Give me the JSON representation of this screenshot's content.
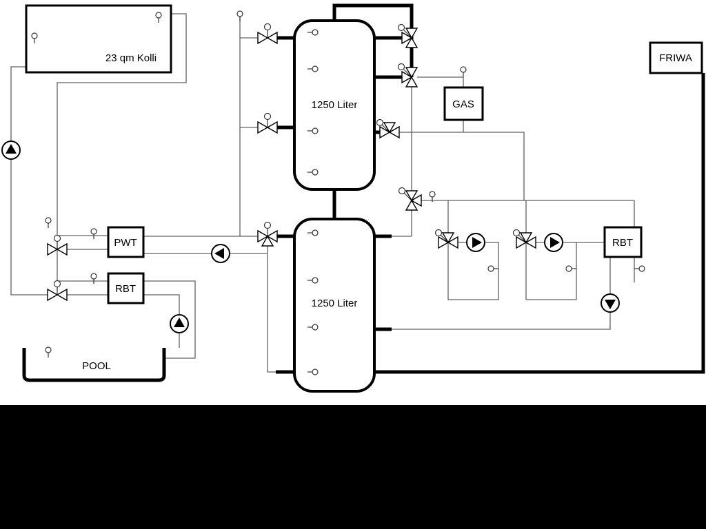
{
  "diagram": {
    "type": "hydraulic-heating-schematic",
    "components": {
      "solar_collector": {
        "label": "23 qm Kolli"
      },
      "buffer_tank_1": {
        "label": "1250 Liter"
      },
      "buffer_tank_2": {
        "label": "1250 Liter"
      },
      "pool_heat_exchanger": {
        "label": "PWT"
      },
      "boiler_heat_exchanger_left": {
        "label": "RBT"
      },
      "pool": {
        "label": "POOL"
      },
      "gas_boiler": {
        "label": "GAS"
      },
      "fresh_water_station": {
        "label": "FRIWA"
      },
      "heat_exchanger_right": {
        "label": "RBT"
      }
    },
    "symbols": {
      "pump": "circle with filled direction triangle",
      "valve": "bowtie triangle valve with actuator circle",
      "sensor": "small circle with stem"
    },
    "colors": {
      "pipe_thin": "#606060",
      "pipe_thick": "#000000",
      "background": "#ffffff",
      "footer": "#000000"
    }
  }
}
